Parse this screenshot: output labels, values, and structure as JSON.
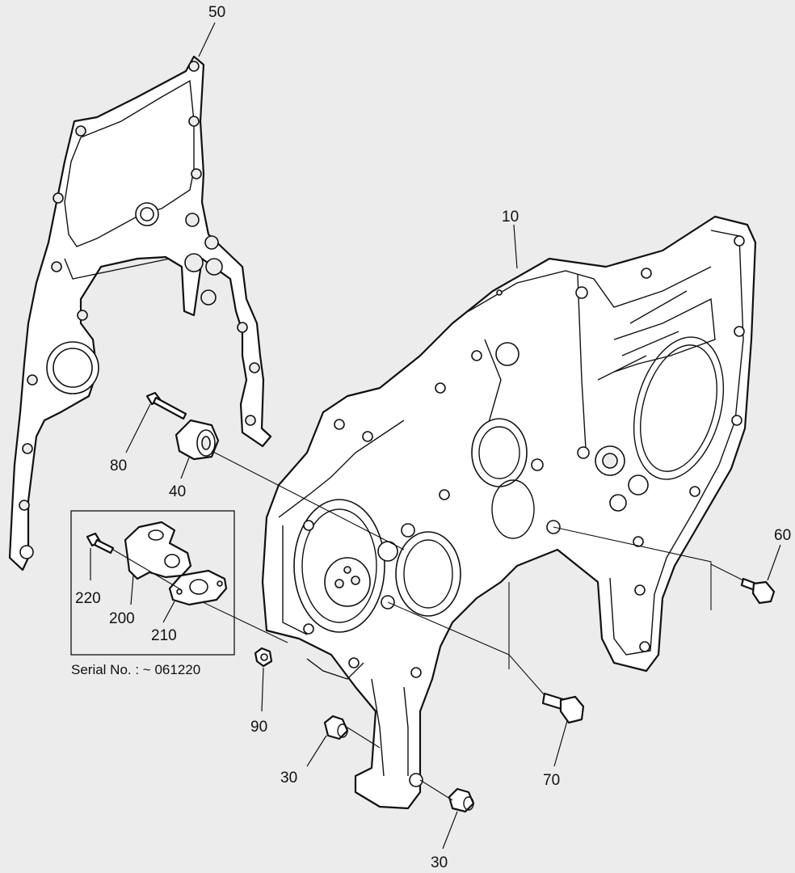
{
  "callouts": [
    {
      "id": "c50",
      "text": "50"
    },
    {
      "id": "c10",
      "text": "10"
    },
    {
      "id": "c80",
      "text": "80"
    },
    {
      "id": "c40",
      "text": "40"
    },
    {
      "id": "c60",
      "text": "60"
    },
    {
      "id": "c220",
      "text": "220"
    },
    {
      "id": "c200",
      "text": "200"
    },
    {
      "id": "c210",
      "text": "210"
    },
    {
      "id": "c90",
      "text": "90"
    },
    {
      "id": "c70",
      "text": "70"
    },
    {
      "id": "c30a",
      "text": "30"
    },
    {
      "id": "c30b",
      "text": "30"
    }
  ],
  "inset_box": {
    "note": "Serial No. : ~ 061220"
  }
}
